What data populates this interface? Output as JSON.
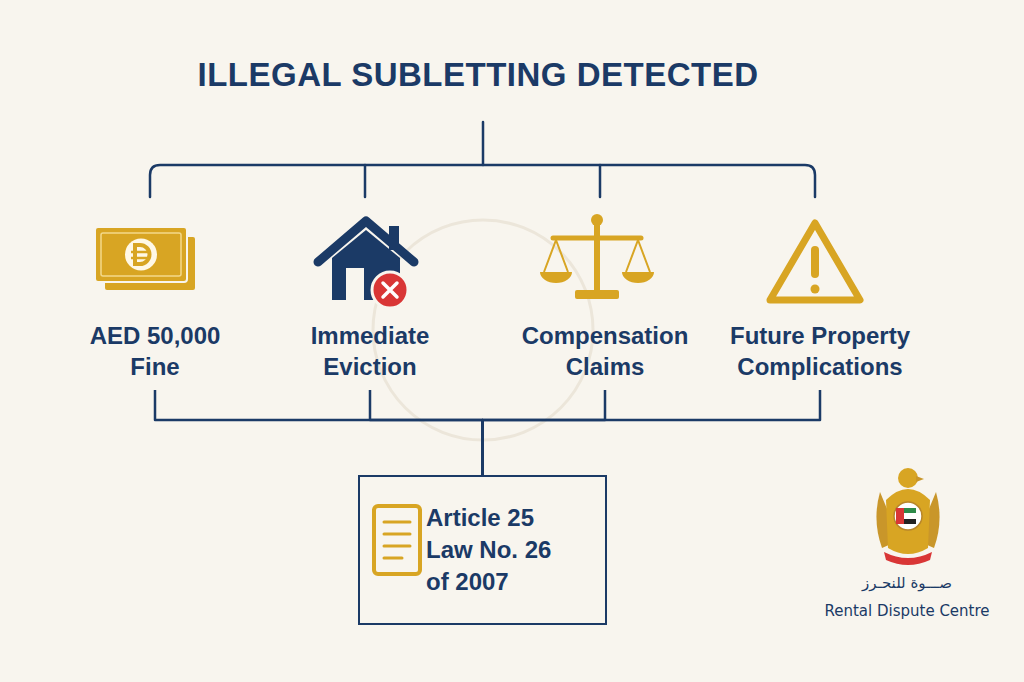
{
  "diagram": {
    "title": "ILLEGAL SUBLETTING DETECTED",
    "nodes": [
      {
        "text": [
          "AED 50,000 Fine"
        ]
      },
      {
        "text": [
          "Immediate Eviction"
        ]
      },
      {
        "text": [
          "Compensation Claims"
        ]
      },
      {
        "text": [
          "Future Property Complications"
        ]
      },
      {
        "text": [
          "Article 25 Law No. 26 of 2007"
        ]
      }
    ],
    "edges": [
      {
        "from": 0,
        "to": 4,
        "arrow": "none"
      },
      {
        "from": 1,
        "to": 4,
        "arrow": "none"
      },
      {
        "from": 2,
        "to": 4,
        "arrow": "none"
      },
      {
        "from": 3,
        "to": 4,
        "arrow": "none"
      }
    ],
    "labels": [
      "صـــوة للنحـرز",
      "Rental Dispute Centre"
    ]
  }
}
